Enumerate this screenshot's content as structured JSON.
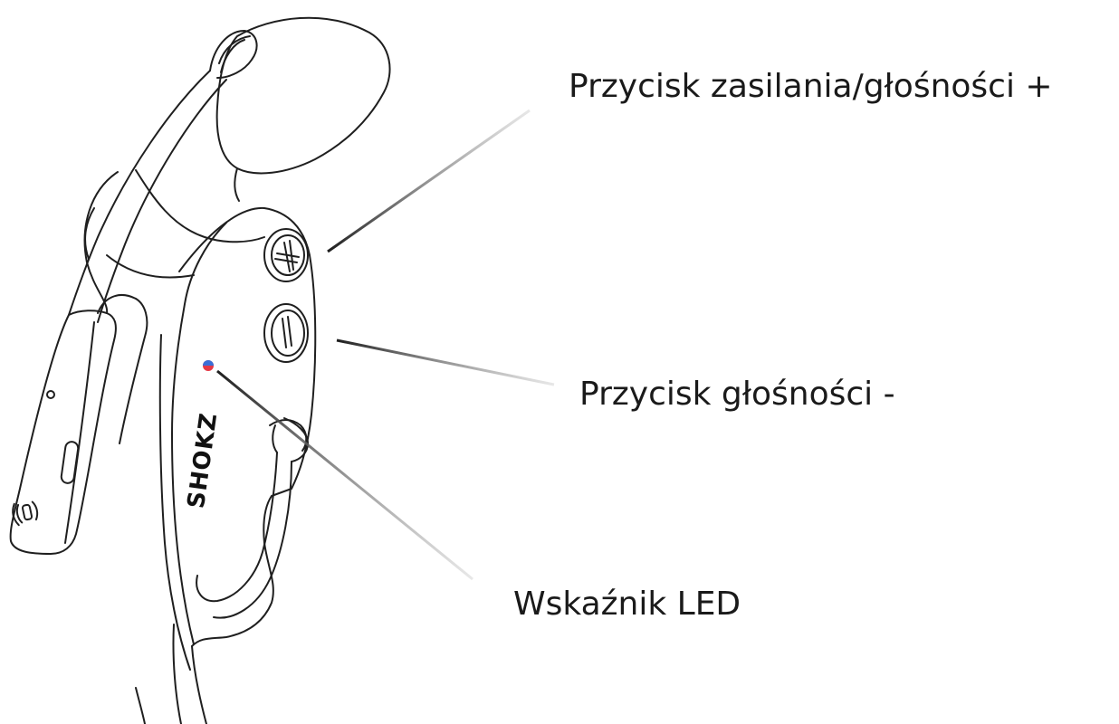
{
  "callouts": {
    "power_volume_up": "Przycisk zasilania/głośności +",
    "volume_down": "Przycisk głośności -",
    "led_indicator": "Wskaźnik LED"
  },
  "product": {
    "brand_logo_text": "SHOKZ",
    "device": "bone-conduction-headset",
    "buttons": [
      "plus-icon",
      "minus-icon"
    ],
    "led_colors": [
      "#e53946",
      "#3a6fd8"
    ]
  },
  "colors": {
    "line_art": "#1f1f1f",
    "label_text": "#1a1a1a",
    "leader_dark": "#2a2a2a",
    "leader_light": "#cfcfcf"
  }
}
